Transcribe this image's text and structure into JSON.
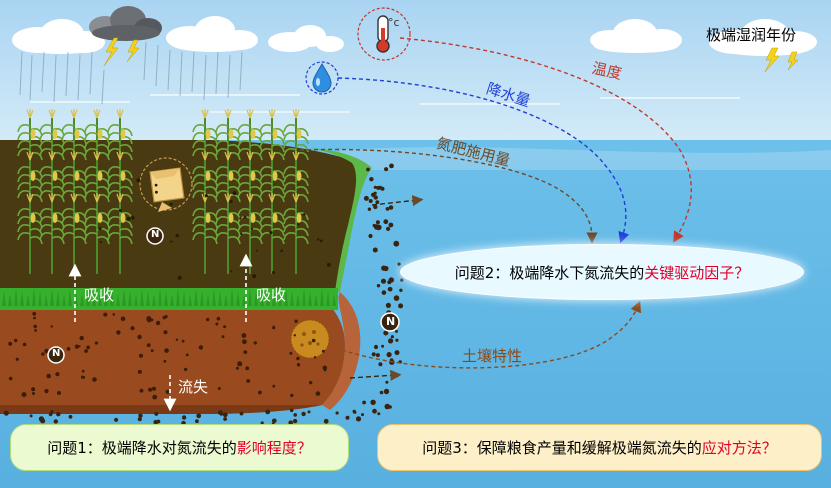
{
  "labels": {
    "extreme_wet_year": "极端湿润年份",
    "temperature": "温度",
    "precipitation": "降水量",
    "nitrogen_fertilizer": "氮肥施用量",
    "soil_properties": "土壤特性",
    "absorb": "吸收",
    "loss": "流失",
    "n_symbol": "N",
    "celsius": "°c"
  },
  "questions": {
    "q1_prefix": "问题1：极端降水对氮流失的",
    "q1_highlight": "影响程度？",
    "q2_prefix": "问题2：极端降水下氮流失的",
    "q2_highlight": "关键驱动因子？",
    "q3_prefix": "问题3：保障粮食产量和缓解极端氮流失的",
    "q3_highlight": "应对方法？"
  },
  "colors": {
    "sky": "#bfe0f5",
    "water": "#63b9e6",
    "topsoil": "#4a3a12",
    "subsoil": "#9a4a1f",
    "grass": "#37b02e",
    "temperature_arrow": "#c0392b",
    "precipitation_arrow": "#1f3fd8",
    "fertilizer_arrow": "#6b4a2a",
    "soil_arrow": "#8b4a1a",
    "highlight": "#e0002a"
  },
  "icons": [
    "storm-cloud-icon",
    "lightning-icon",
    "thermometer-icon",
    "water-drop-icon",
    "fertilizer-bag-icon",
    "soil-clump-icon",
    "corn-plant-icon"
  ]
}
